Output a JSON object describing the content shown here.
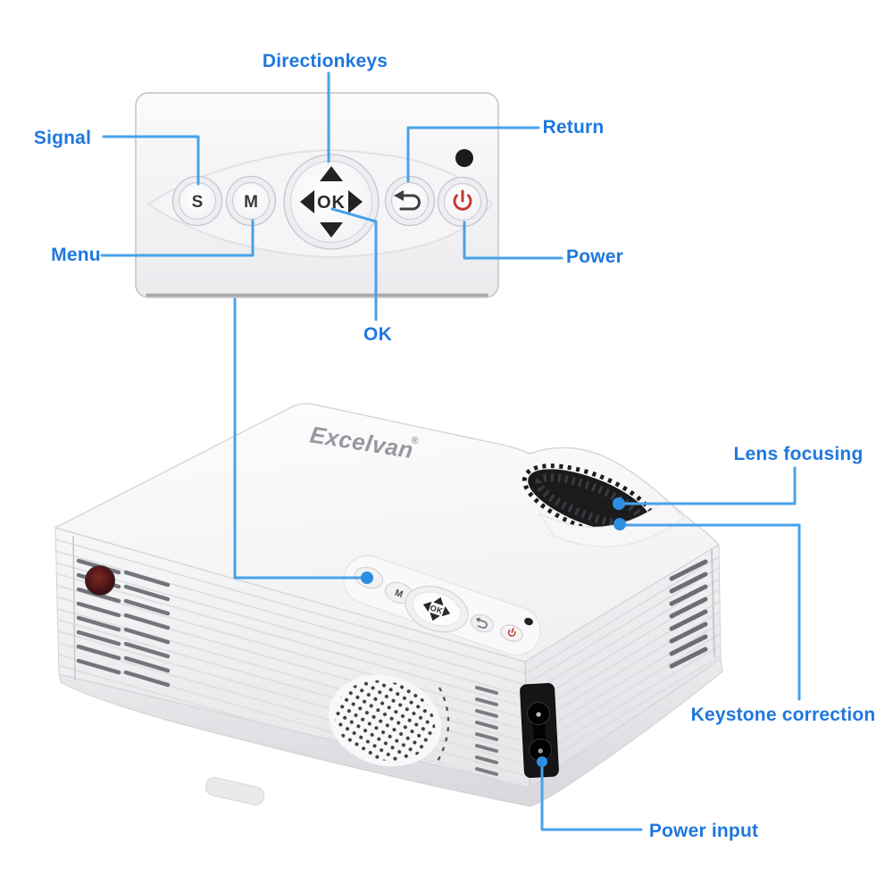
{
  "figure": {
    "kind": "annotated-product-diagram",
    "subject": "mini LED projector with control panel callouts",
    "background": "#ffffff"
  },
  "brand": {
    "name": "Excelvan",
    "mark": "®",
    "color": "#97979d"
  },
  "callouts": {
    "direction_keys": "Directionkeys",
    "signal": "Signal",
    "menu": "Menu",
    "return": "Return",
    "power": "Power",
    "ok": "OK",
    "lens_focusing": "Lens focusing",
    "keystone_correction": "Keystone correction",
    "power_input": "Power input"
  },
  "control_panel": {
    "buttons": {
      "signal_label": "S",
      "menu_label": "M",
      "ok_label": "OK"
    },
    "icons": {
      "return": "return-arrow-icon",
      "power": "power-symbol-icon",
      "indicator": "ir-led-dot"
    }
  },
  "device_parts": [
    "focus-wheel",
    "ir-sensor",
    "vent-grille",
    "speaker-grille",
    "power-socket",
    "control-strip"
  ],
  "colors": {
    "label_text": "#1f78dd",
    "leader_line": "#48a2e9",
    "marker_dot": "#2e8ee2",
    "power_icon_red": "#c9362e",
    "wheel_black": "#1b1b1d",
    "body_white": "#f4f4f6"
  }
}
